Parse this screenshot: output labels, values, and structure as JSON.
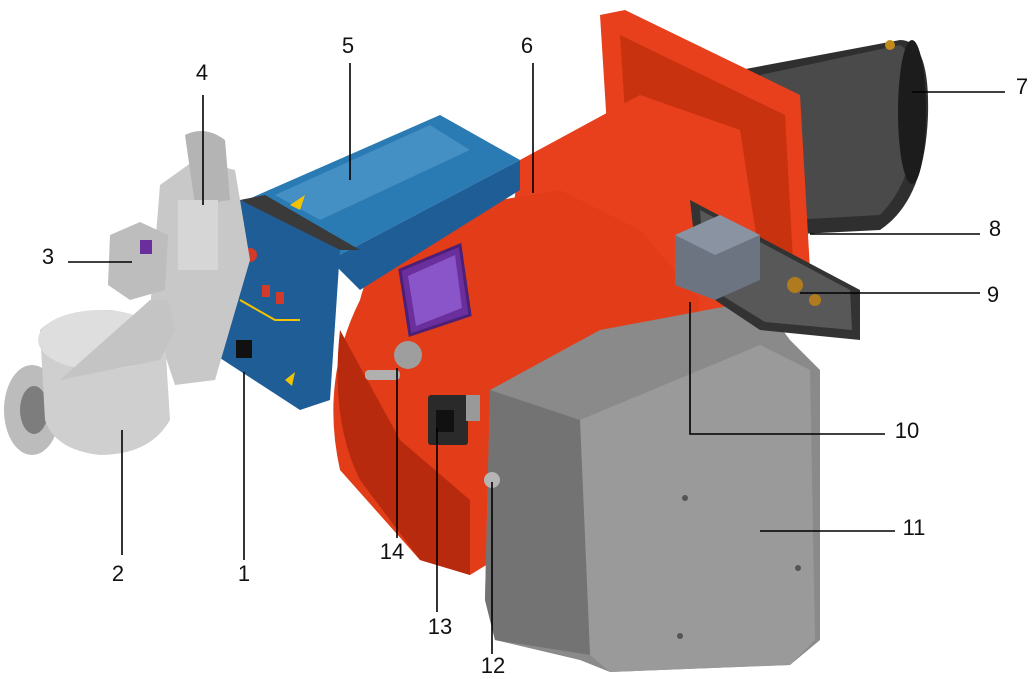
{
  "diagram": {
    "type": "exploded-callout-illustration",
    "callouts": [
      {
        "id": "1",
        "label": "1"
      },
      {
        "id": "2",
        "label": "2"
      },
      {
        "id": "3",
        "label": "3"
      },
      {
        "id": "4",
        "label": "4"
      },
      {
        "id": "5",
        "label": "5"
      },
      {
        "id": "6",
        "label": "6"
      },
      {
        "id": "7",
        "label": "7"
      },
      {
        "id": "8",
        "label": "8"
      },
      {
        "id": "9",
        "label": "9"
      },
      {
        "id": "10",
        "label": "10"
      },
      {
        "id": "11",
        "label": "11"
      },
      {
        "id": "12",
        "label": "12"
      },
      {
        "id": "13",
        "label": "13"
      },
      {
        "id": "14",
        "label": "14"
      }
    ],
    "colors": {
      "burner_body": "#e8401c",
      "burner_body_dark": "#b82a0e",
      "flange": "#f0461c",
      "blast_tube": "#2b2b2b",
      "fan_housing": "#8e8e8e",
      "fan_housing_dark": "#6c6c6c",
      "control_panel": "#1f5d97",
      "control_box_top": "#2a7ab3",
      "gas_train": "#c8c8c8",
      "sight_glass": "#7a3fb2"
    }
  }
}
